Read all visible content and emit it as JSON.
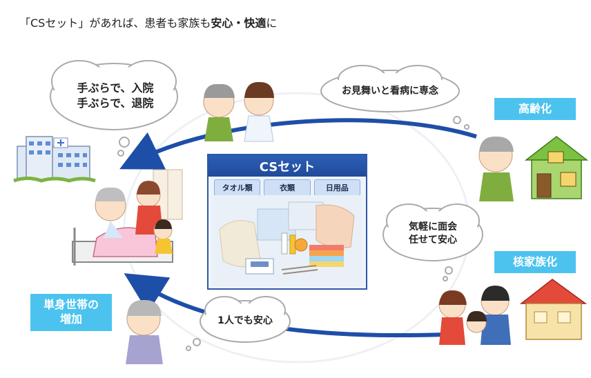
{
  "heading": {
    "prefix": "「CSセット」があれば、患者も家族も",
    "emph1": "安心",
    "sep": "・",
    "emph2": "快適",
    "suffix": "に"
  },
  "bubbles": {
    "hospital_line1": "手ぶらで、入院",
    "hospital_line2": "手ぶらで、退院",
    "visit": "お見舞いと看病に専念",
    "nuclear_line1": "気軽に面会",
    "nuclear_line2": "任せて安心",
    "single": "1人でも安心"
  },
  "tags": {
    "aging": "高齢化",
    "nuclear": "核家族化",
    "single_line1": "単身世帯の",
    "single_line2": "増加"
  },
  "cs_set": {
    "title": "CSセット",
    "tabs": [
      "タオル類",
      "衣類",
      "日用品"
    ]
  },
  "colors": {
    "accent_blue": "#1f4a98",
    "tag_blue": "#4cc3ef",
    "arrow_blue": "#1e4fa8"
  }
}
